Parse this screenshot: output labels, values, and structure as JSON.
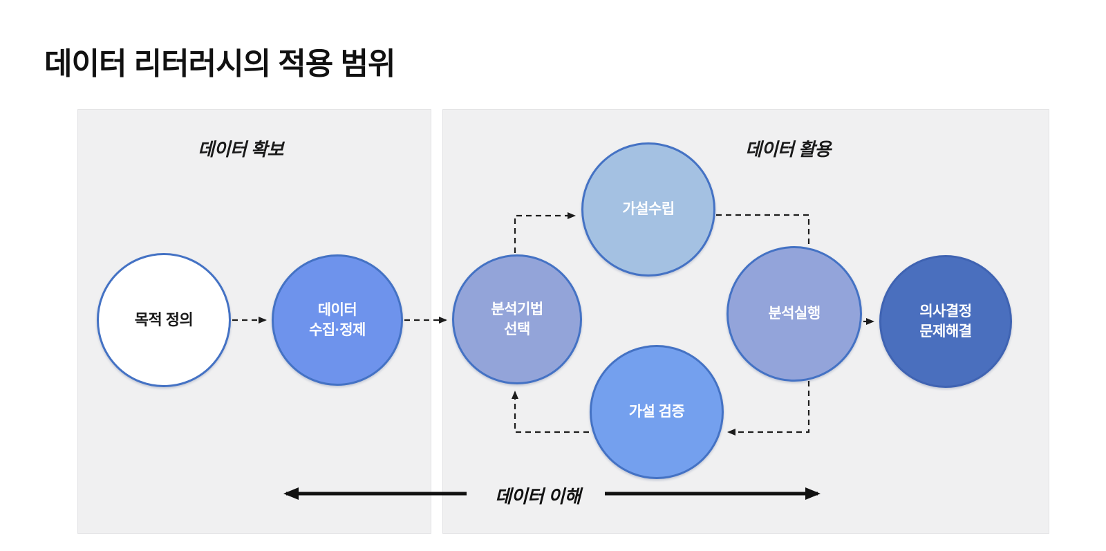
{
  "title": "데이터 리터러시의 적용 범위",
  "panels": {
    "left": {
      "label": "데이터 확보"
    },
    "right": {
      "label": "데이터 활용"
    }
  },
  "nodes": {
    "purpose": {
      "lines": [
        "목적 정의"
      ]
    },
    "collect": {
      "lines": [
        "데이터",
        "수집·정제"
      ]
    },
    "method": {
      "lines": [
        "분석기법",
        "선택"
      ]
    },
    "hypothesis": {
      "lines": [
        "가설수립"
      ]
    },
    "execute": {
      "lines": [
        "분석실행"
      ]
    },
    "verify": {
      "lines": [
        "가설 검증"
      ]
    },
    "decision": {
      "lines": [
        "의사결정",
        "문제해결"
      ]
    }
  },
  "bottom_axis": {
    "label": "데이터 이해"
  },
  "colors": {
    "panel_bg": "#f0f0f1",
    "panel_border": "#e2e2e4",
    "circle_border": "#4472c4",
    "node_purpose_fill": "#ffffff",
    "node_collect_fill": "#6e93ec",
    "node_method_fill": "#93a4d9",
    "node_hypothesis_fill": "#a4c1e2",
    "node_execute_fill": "#93a4da",
    "node_verify_fill": "#74a0ee",
    "node_decision_fill": "#4a6fbe",
    "connector": "#1c1c1c",
    "title_text": "#111111",
    "node_text_light": "#ffffff",
    "node_text_dark": "#1a1a1a"
  }
}
